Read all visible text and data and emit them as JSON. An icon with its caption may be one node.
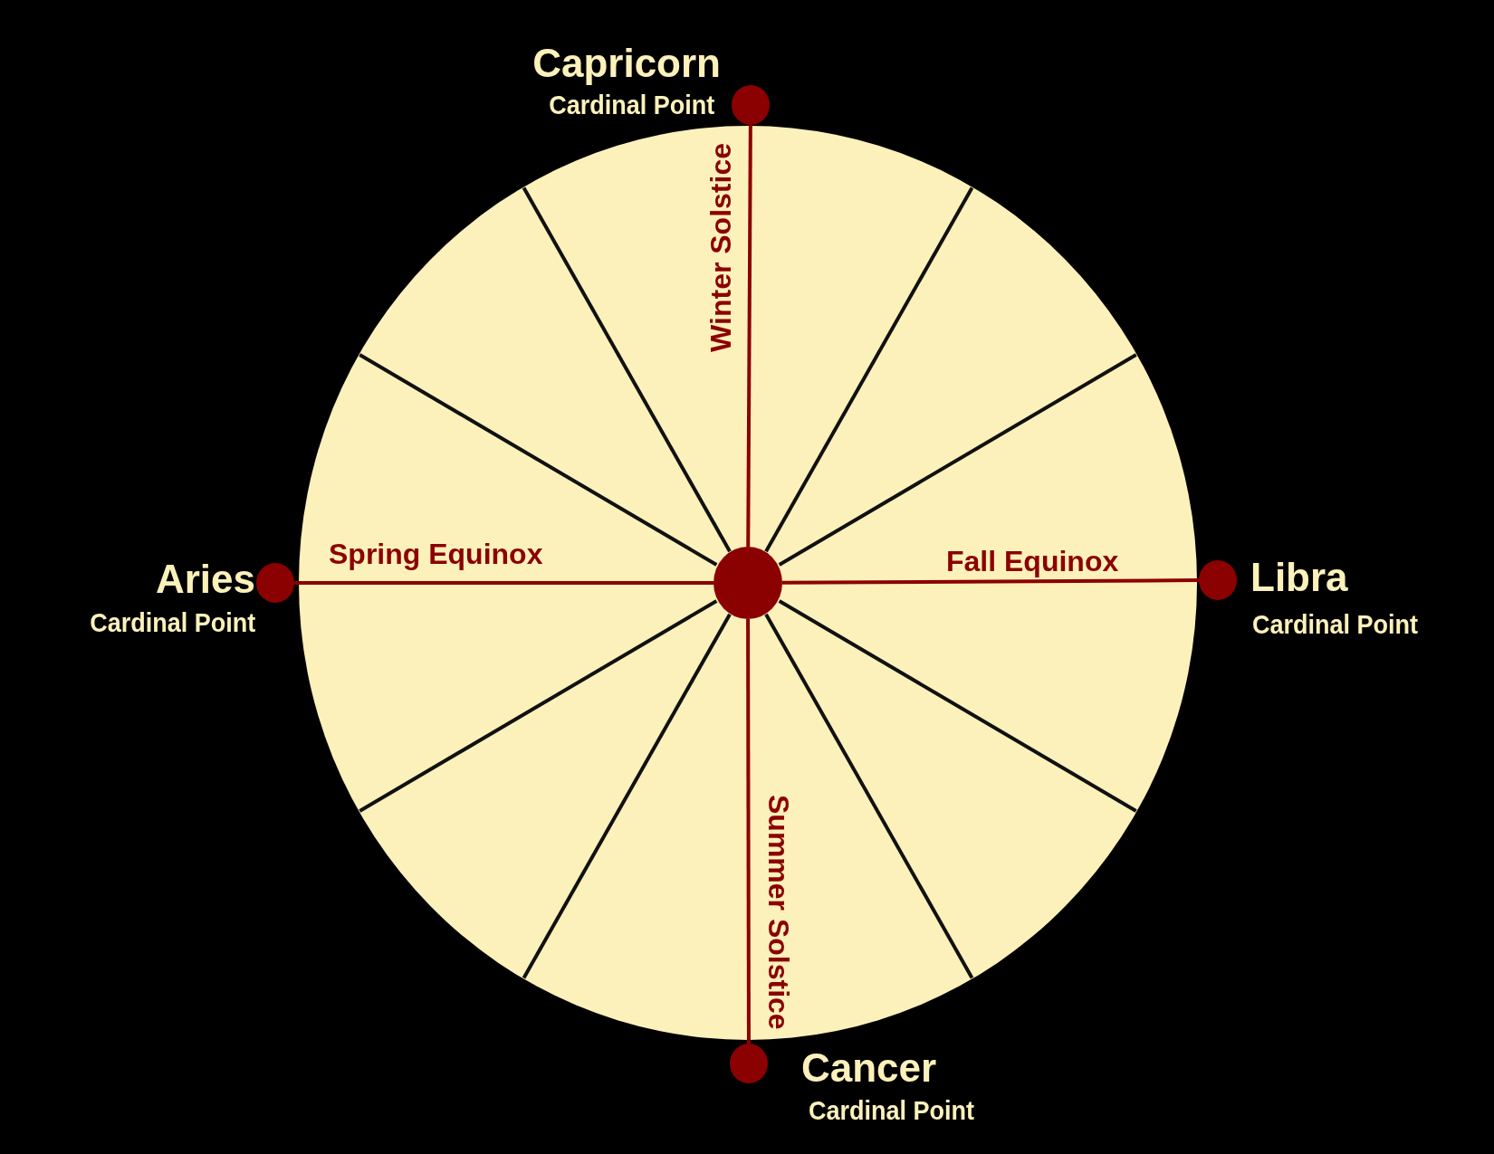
{
  "diagram": {
    "nodes": [
      {
        "text": [],
        "shape": "circle"
      },
      {
        "text": [],
        "shape": "circle",
        "in": 0
      },
      {
        "text": [],
        "shape": "circle",
        "beside": [
          "Capricorn",
          "Cardinal Point"
        ]
      },
      {
        "text": [],
        "shape": "circle",
        "beside": [
          "Aries",
          "Cardinal Point"
        ]
      },
      {
        "text": [],
        "shape": "circle",
        "beside": [
          "Libra",
          "Cardinal Point"
        ]
      },
      {
        "text": [],
        "shape": "circle",
        "beside": [
          "Cancer",
          "Cardinal Point"
        ]
      }
    ],
    "edges": [
      {
        "from": 1,
        "to": 2,
        "arrow": "none",
        "label": "Winter Solstice"
      },
      {
        "from": 1,
        "to": 3,
        "arrow": "none",
        "label": "Spring Equinox"
      },
      {
        "from": 1,
        "to": 4,
        "arrow": "none",
        "label": "Fall Equinox"
      },
      {
        "from": 1,
        "to": 5,
        "arrow": "none",
        "label": "Summer Solstice"
      }
    ]
  }
}
